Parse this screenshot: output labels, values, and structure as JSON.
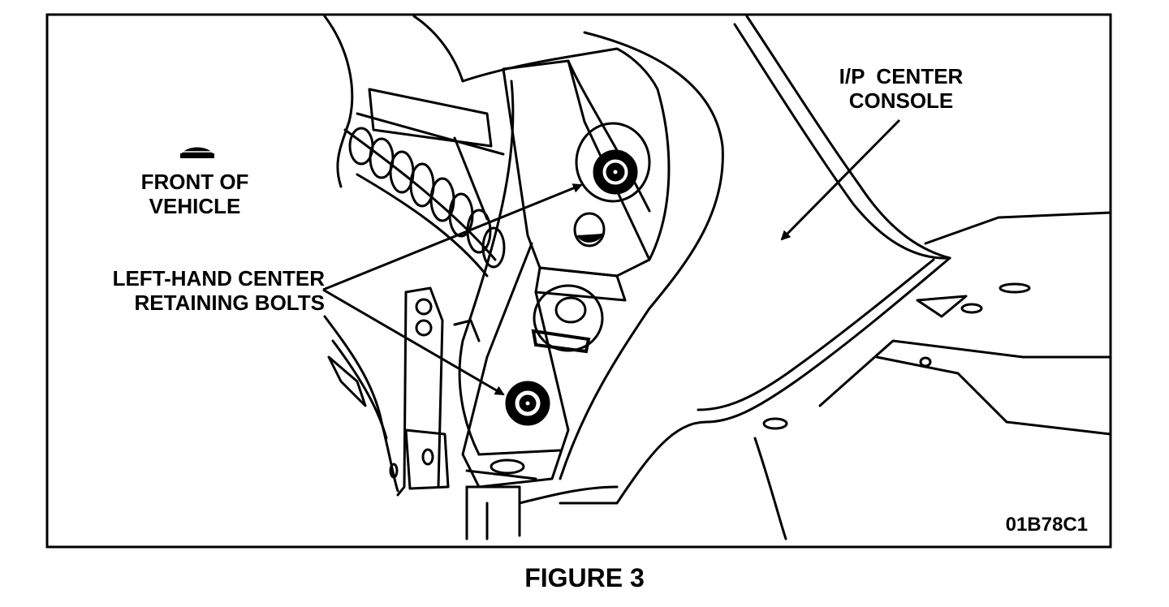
{
  "labels": {
    "front_of_vehicle": [
      "FRONT OF",
      "VEHICLE"
    ],
    "retaining_bolts": [
      "LEFT-HAND CENTER",
      "RETAINING BOLTS"
    ],
    "center_console": [
      "I/P  CENTER",
      "CONSOLE"
    ],
    "figure_code": "01B78C1",
    "caption": "FIGURE 3"
  },
  "colors": {
    "ink": "#000000",
    "paper": "#ffffff"
  }
}
